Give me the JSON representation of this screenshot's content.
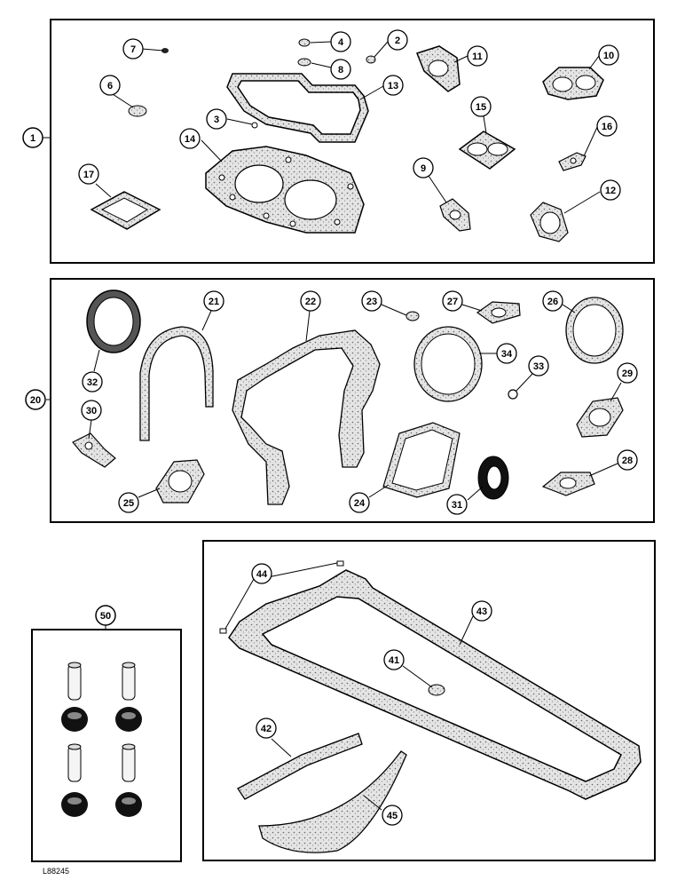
{
  "figure_code": "L88245",
  "panels": [
    {
      "label": "1",
      "parts": [
        "2",
        "3",
        "4",
        "6",
        "7",
        "8",
        "9",
        "10",
        "11",
        "12",
        "13",
        "14",
        "15",
        "16",
        "17"
      ]
    },
    {
      "label": "20",
      "parts": [
        "21",
        "22",
        "23",
        "24",
        "25",
        "26",
        "27",
        "28",
        "29",
        "30",
        "31",
        "32",
        "33",
        "34"
      ]
    },
    {
      "label": "50",
      "parts": []
    },
    {
      "label": "",
      "parts": [
        "41",
        "42",
        "43",
        "44",
        "45"
      ]
    }
  ],
  "colors": {
    "ink": "#000000",
    "paper": "#ffffff",
    "gasket_fill": "#d8d8d8"
  }
}
